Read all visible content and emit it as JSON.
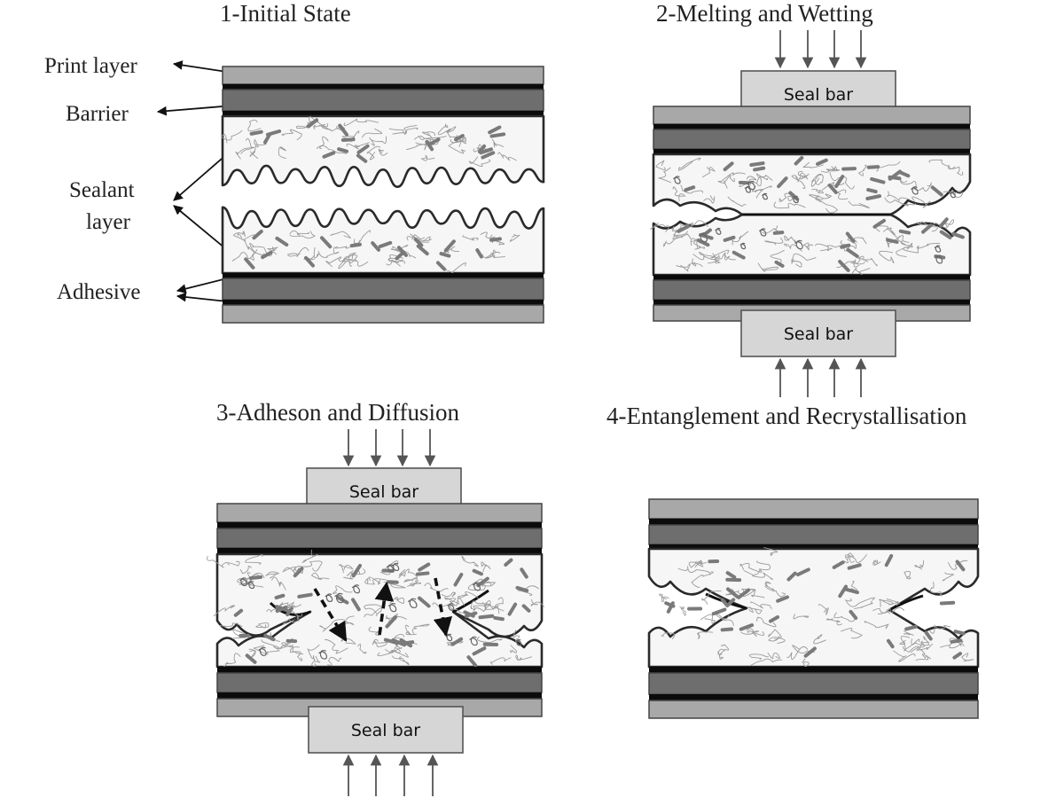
{
  "panels": {
    "p1": {
      "title": "1-Initial State"
    },
    "p2": {
      "title": "2-Melting and Wetting"
    },
    "p3": {
      "title": "3-Adheson and Diffusion"
    },
    "p4": {
      "title": "4-Entanglement and Recrystallisation"
    }
  },
  "labels": {
    "print_layer": "Print layer",
    "barrier": "Barrier",
    "sealant_line1": "Sealant",
    "sealant_line2": "layer",
    "adhesive": "Adhesive"
  },
  "seal_bar": "Seal bar",
  "colors": {
    "print_layer": "#a8a8a8",
    "barrier": "#6e6e6e",
    "adhesive": "#0b0b0b",
    "sealant": "#f6f6f6",
    "seal_bar": "#d6d6d6"
  }
}
